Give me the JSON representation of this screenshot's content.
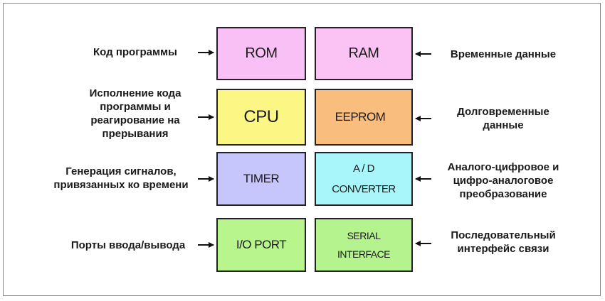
{
  "blocks": {
    "rom": {
      "label": "ROM",
      "color": "#f9c0f5"
    },
    "ram": {
      "label": "RAM",
      "color": "#fbc2f4"
    },
    "cpu": {
      "label": "CPU",
      "color": "#fcf785"
    },
    "eeprom": {
      "label": "EEPROM",
      "color": "#f9bd7e"
    },
    "timer": {
      "label": "TIMER",
      "color": "#c7c6fc"
    },
    "adc": {
      "line1": "A / D",
      "line2": "CONVERTER",
      "color": "#a8f6fa"
    },
    "io": {
      "label": "I/O PORT",
      "color": "#b8f58d"
    },
    "serial": {
      "line1": "SERIAL",
      "line2": "INTERFACE",
      "color": "#b4f38d"
    }
  },
  "descriptions": {
    "rom": [
      "Код программы"
    ],
    "ram": [
      "Временные данные"
    ],
    "cpu": [
      "Исполнение кода",
      "программы и",
      "реагирование на",
      "прерывания"
    ],
    "eeprom": [
      "Долговременные",
      "данные"
    ],
    "timer": [
      "Генерация сигналов,",
      "привязанных ко времени"
    ],
    "adc": [
      "Аналого-цифровое и",
      "цифро-аналоговое",
      "преобразование"
    ],
    "io": [
      "Порты ввода/вывода"
    ],
    "serial": [
      "Последовательный",
      "интерфейс связи"
    ]
  }
}
